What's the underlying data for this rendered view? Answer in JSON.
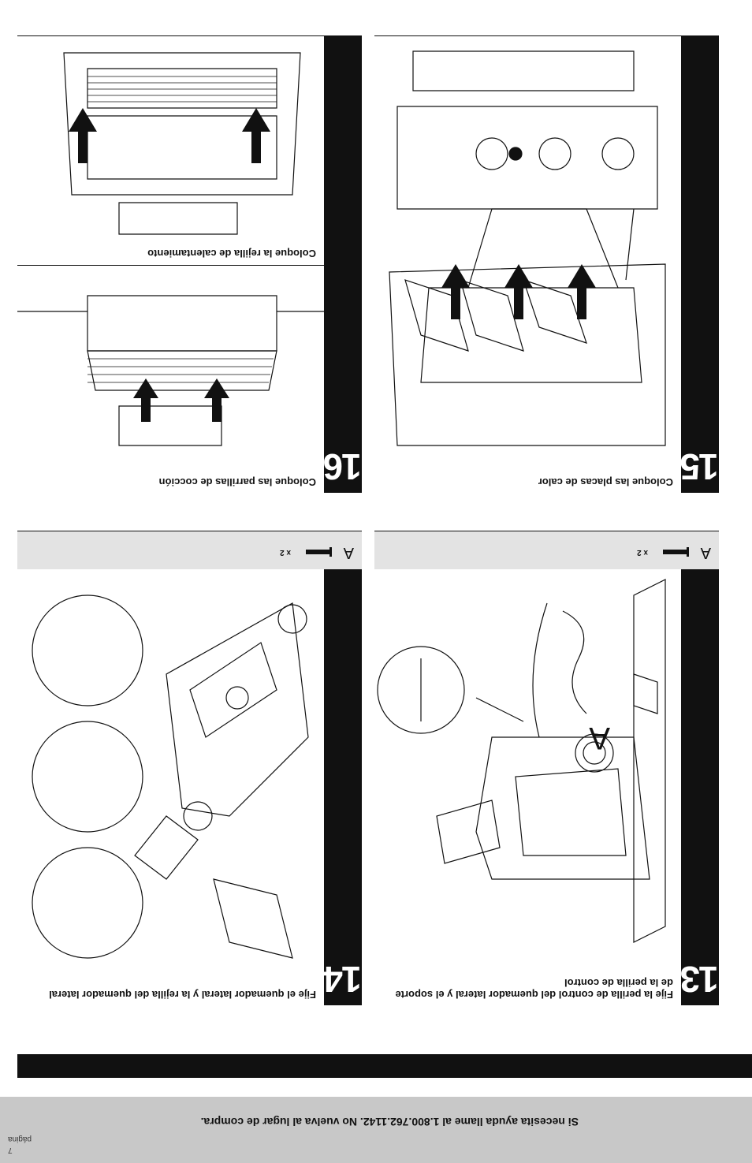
{
  "footer": {
    "help_text": "Si necesita ayuda llame al 1.800.762.1142. No vuelva al lugar de compra.",
    "page_word": "página",
    "page_number": "7"
  },
  "steps": [
    {
      "number": "13",
      "title": "Fije la perilla de control del quemador lateral y el soporte de la perilla de control",
      "part_letter": "A",
      "part_qty": "x 2",
      "callout_letter": "A"
    },
    {
      "number": "14",
      "title": "Fije el quemador lateral y la rejilla del quemador lateral",
      "part_letter": "A",
      "part_qty": "x 2"
    },
    {
      "number": "15",
      "title": "Coloque las placas de calor"
    },
    {
      "number": "16",
      "title": "Coloque las parrillas de cocción",
      "subtitle": "Coloque la rejilla de calentamiento"
    }
  ]
}
